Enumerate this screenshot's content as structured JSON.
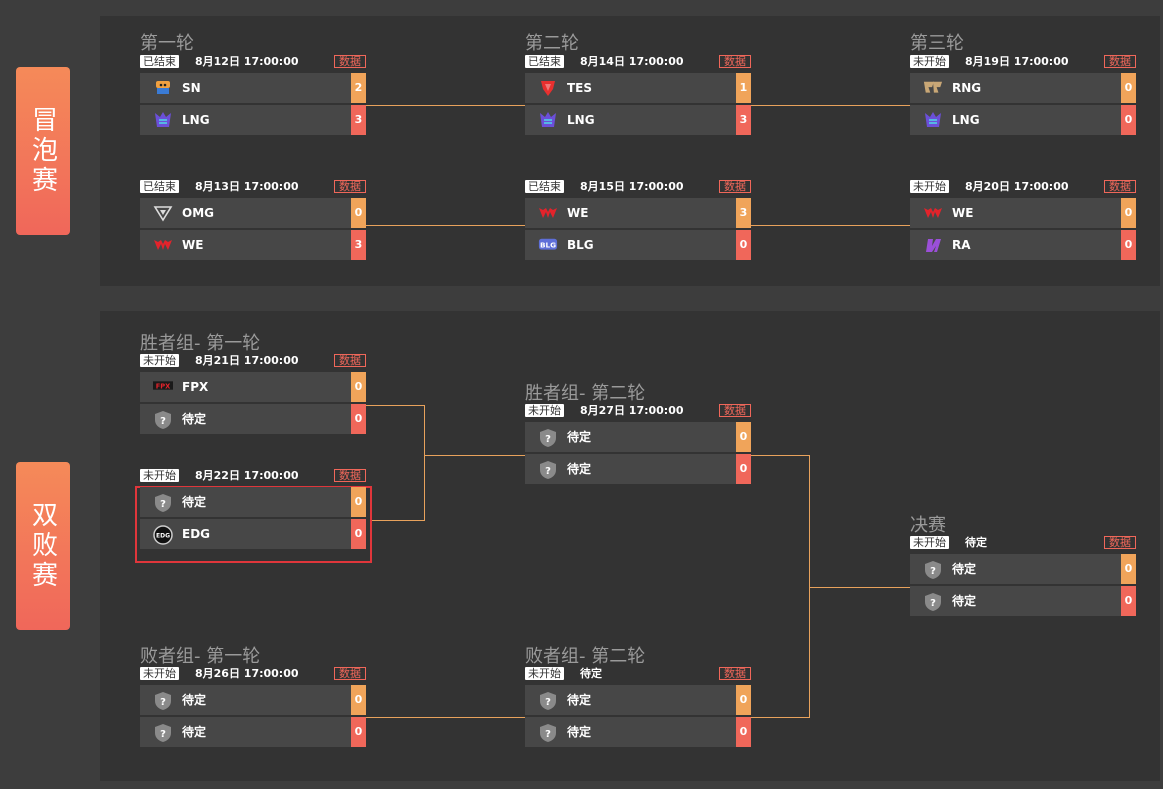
{
  "bubble": {
    "label": "冒泡赛",
    "rounds": [
      "第一轮",
      "第二轮",
      "第三轮"
    ],
    "matches": [
      {
        "status": "已结束",
        "time": "8月12日 17:00:00",
        "data": "数据",
        "teams": [
          {
            "name": "SN",
            "logo": "sn-logo",
            "score": "2"
          },
          {
            "name": "LNG",
            "logo": "lng-logo",
            "score": "3"
          }
        ]
      },
      {
        "status": "已结束",
        "time": "8月13日 17:00:00",
        "data": "数据",
        "teams": [
          {
            "name": "OMG",
            "logo": "omg-logo",
            "score": "0"
          },
          {
            "name": "WE",
            "logo": "we-logo",
            "score": "3"
          }
        ]
      },
      {
        "status": "已结束",
        "time": "8月14日 17:00:00",
        "data": "数据",
        "teams": [
          {
            "name": "TES",
            "logo": "tes-logo",
            "score": "1"
          },
          {
            "name": "LNG",
            "logo": "lng-logo",
            "score": "3"
          }
        ]
      },
      {
        "status": "已结束",
        "time": "8月15日 17:00:00",
        "data": "数据",
        "teams": [
          {
            "name": "WE",
            "logo": "we-logo",
            "score": "3"
          },
          {
            "name": "BLG",
            "logo": "blg-logo",
            "score": "0"
          }
        ]
      },
      {
        "status": "未开始",
        "time": "8月19日 17:00:00",
        "data": "数据",
        "teams": [
          {
            "name": "RNG",
            "logo": "rng-logo",
            "score": "0"
          },
          {
            "name": "LNG",
            "logo": "lng-logo",
            "score": "0"
          }
        ]
      },
      {
        "status": "未开始",
        "time": "8月20日 17:00:00",
        "data": "数据",
        "teams": [
          {
            "name": "WE",
            "logo": "we-logo",
            "score": "0"
          },
          {
            "name": "RA",
            "logo": "ra-logo",
            "score": "0"
          }
        ]
      }
    ]
  },
  "double": {
    "label": "双败赛",
    "winners_r1": "胜者组- 第一轮",
    "winners_r2": "胜者组- 第二轮",
    "losers_r1": "败者组- 第一轮",
    "losers_r2": "败者组- 第二轮",
    "final": "决赛",
    "matches": [
      {
        "status": "未开始",
        "time": "8月21日 17:00:00",
        "data": "数据",
        "teams": [
          {
            "name": "FPX",
            "logo": "fpx-logo",
            "score": "0"
          },
          {
            "name": "待定",
            "logo": "tbd-shield",
            "score": "0"
          }
        ]
      },
      {
        "status": "未开始",
        "time": "8月22日 17:00:00",
        "data": "数据",
        "teams": [
          {
            "name": "待定",
            "logo": "tbd-shield",
            "score": "0"
          },
          {
            "name": "EDG",
            "logo": "edg-logo",
            "score": "0"
          }
        ]
      },
      {
        "status": "未开始",
        "time": "8月27日 17:00:00",
        "data": "数据",
        "teams": [
          {
            "name": "待定",
            "logo": "tbd-shield",
            "score": "0"
          },
          {
            "name": "待定",
            "logo": "tbd-shield",
            "score": "0"
          }
        ]
      },
      {
        "status": "未开始",
        "time": "8月26日 17:00:00",
        "data": "数据",
        "teams": [
          {
            "name": "待定",
            "logo": "tbd-shield",
            "score": "0"
          },
          {
            "name": "待定",
            "logo": "tbd-shield",
            "score": "0"
          }
        ]
      },
      {
        "status": "未开始",
        "time": "待定",
        "data": "数据",
        "teams": [
          {
            "name": "待定",
            "logo": "tbd-shield",
            "score": "0"
          },
          {
            "name": "待定",
            "logo": "tbd-shield",
            "score": "0"
          }
        ]
      },
      {
        "status": "未开始",
        "time": "待定",
        "data": "数据",
        "teams": [
          {
            "name": "待定",
            "logo": "tbd-shield",
            "score": "0"
          },
          {
            "name": "待定",
            "logo": "tbd-shield",
            "score": "0"
          }
        ]
      }
    ]
  },
  "colors": {
    "accent_orange": "#f0a45a",
    "accent_red": "#f0675a",
    "connector": "#e8a25c",
    "highlight": "#e0363b"
  }
}
